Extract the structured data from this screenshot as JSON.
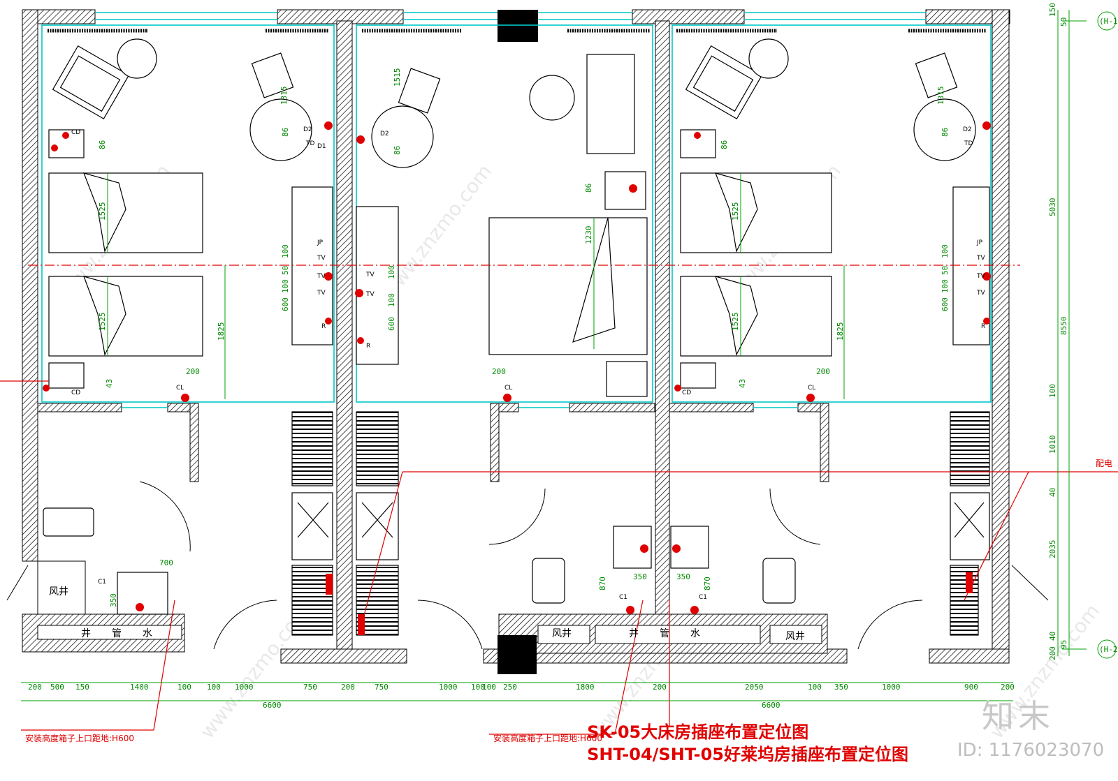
{
  "title": {
    "line1": "SK-05大床房插座布置定位图",
    "line2": "SHT-04/SHT-05好莱坞房插座布置定位图"
  },
  "notes": {
    "install_height": "安装高度箱子上口距地:H600",
    "electrical": "配电"
  },
  "room_labels": {
    "air_shaft": "风井",
    "pipe_well_chars": [
      "井",
      "管",
      "水"
    ]
  },
  "socket_tags": [
    "CD",
    "TD",
    "D1",
    "D2",
    "JP",
    "TV",
    "R",
    "CL",
    "C1"
  ],
  "dims_bottom_left": [
    "200",
    "500",
    "150",
    "1400",
    "100",
    "100",
    "1000",
    "750",
    "200",
    "750",
    "1000",
    "100"
  ],
  "dims_bottom_right": [
    "100",
    "250",
    "1800",
    "200",
    "2050",
    "100",
    "350",
    "1000",
    "900",
    "200"
  ],
  "dims_total": [
    "6600",
    "6600"
  ],
  "dims_right_side": [
    "150",
    "50",
    "5030",
    "8550",
    "100",
    "1010",
    "40",
    "2035",
    "40",
    "200",
    "95"
  ],
  "dims_interior": [
    "1315",
    "1515",
    "86",
    "1525",
    "1230",
    "1825",
    "200",
    "43",
    "100",
    "50",
    "600",
    "700",
    "350",
    "870"
  ],
  "grid_axes": [
    "(H-1)",
    "(H-2)"
  ],
  "watermark": {
    "logo": "知末",
    "id": "ID: 1176023070",
    "site": "www.znzmo.com"
  },
  "colors": {
    "wall": "#000000",
    "glass": "#00c8c8",
    "dimension": "#00a000",
    "electric": "#e00000",
    "watermark": "#cccccc"
  }
}
